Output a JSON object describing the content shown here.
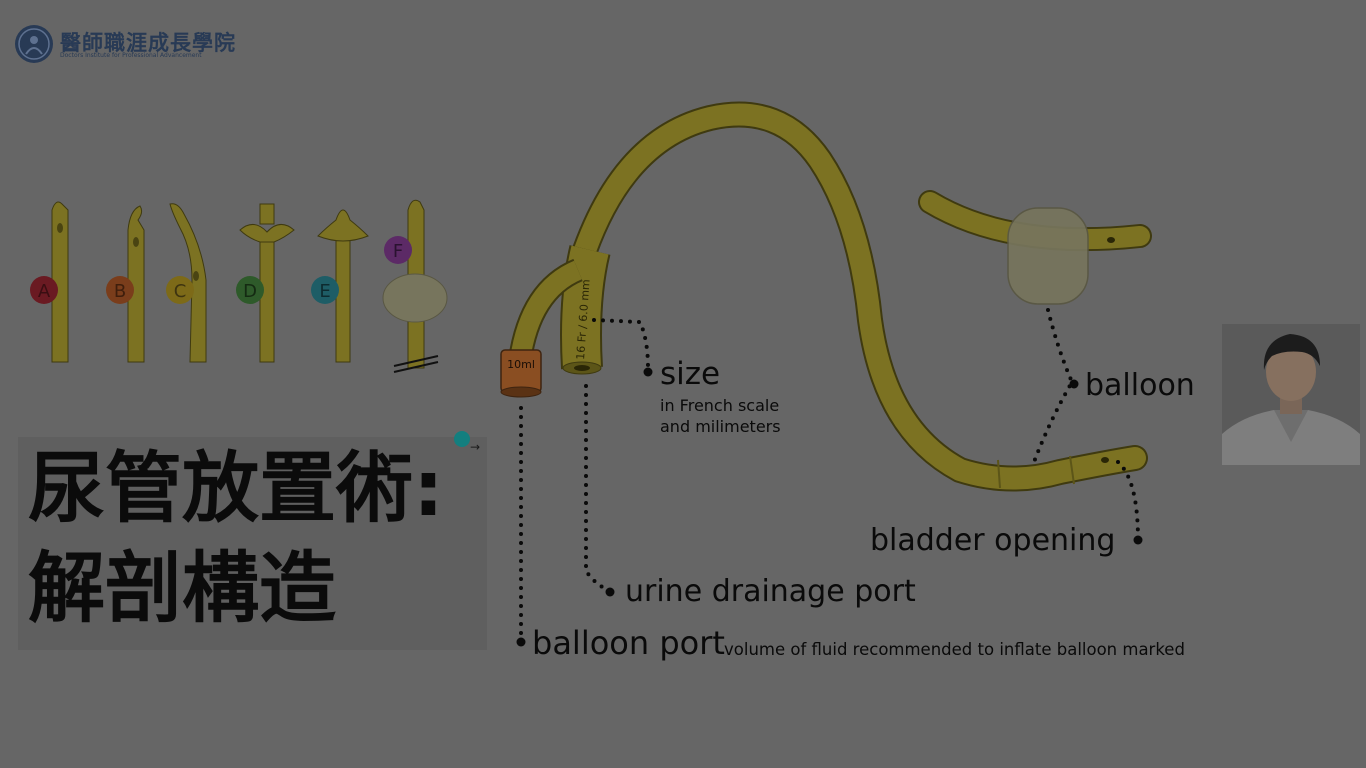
{
  "logo": {
    "name_cn": "醫師職涯成長學院",
    "name_en": "Doctors Institute for Professional Advancement"
  },
  "title": {
    "line1": "尿管放置術:",
    "line2": "解剖構造"
  },
  "tips": {
    "A": "A",
    "B": "B",
    "C": "C",
    "D": "D",
    "E": "E",
    "F": "F"
  },
  "catheter": {
    "balloon_port_marking": "10ml",
    "size_marking": "16 Fr / 6.0 mm"
  },
  "labels": {
    "size": "size",
    "size_desc_1": "in French scale",
    "size_desc_2": "and milimeters",
    "balloon": "balloon",
    "bladder_opening": "bladder opening",
    "urine_drainage_port": "urine drainage port",
    "balloon_port": "balloon port",
    "balloon_port_desc": "volume of fluid recommended to inflate balloon marked"
  },
  "colors": {
    "background": "#666666",
    "tube": "#7c7222",
    "tube_outline": "#3f3a10",
    "title_card": "#5f5f5f",
    "label_text": "#0a0a0a",
    "tip_A": "#6a1a22",
    "tip_B": "#7a3d1b",
    "tip_C": "#7d6a18",
    "tip_D": "#2e5a2a",
    "tip_E": "#1e5d66",
    "tip_F": "#5c2a66",
    "accent_dot": "#137f7f"
  },
  "icons": {
    "logo": "institute-seal-icon",
    "arrow": "arrow-right-icon"
  }
}
